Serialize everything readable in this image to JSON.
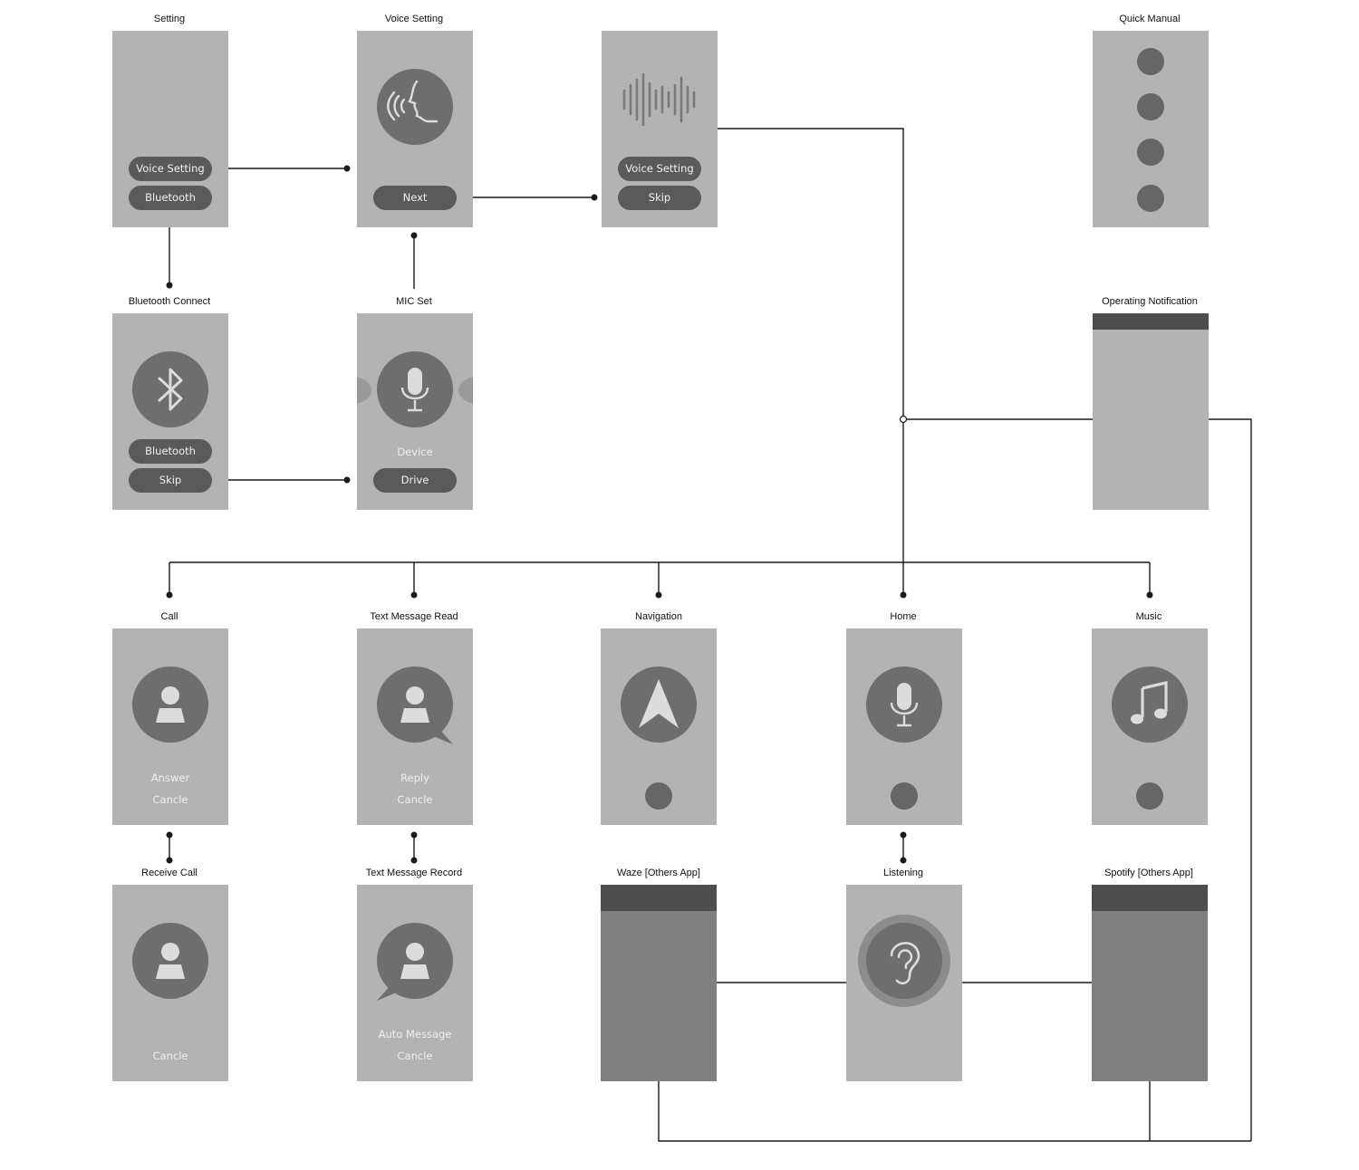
{
  "screens": {
    "setting": {
      "title": "Setting",
      "buttons": [
        "Voice Setting",
        "Bluetooth"
      ]
    },
    "voice_setting": {
      "title": "Voice Setting",
      "button": "Next"
    },
    "voice_confirm": {
      "title": "",
      "buttons": [
        "Voice Setting",
        "Skip"
      ]
    },
    "quick_manual": {
      "title": "Quick Manual"
    },
    "bluetooth_connect": {
      "title": "Bluetooth Connect",
      "buttons": [
        "Bluetooth",
        "Skip"
      ]
    },
    "mic_set": {
      "title": "MIC Set",
      "label": "Device",
      "button": "Drive"
    },
    "operating_notification": {
      "title": "Operating Notification"
    },
    "call": {
      "title": "Call",
      "labels": [
        "Answer",
        "Cancle"
      ]
    },
    "text_message_read": {
      "title": "Text Message Read",
      "labels": [
        "Reply",
        "Cancle"
      ]
    },
    "navigation": {
      "title": "Navigation"
    },
    "home": {
      "title": "Home"
    },
    "music": {
      "title": "Music"
    },
    "receive_call": {
      "title": "Receive Call",
      "labels": [
        "Cancle"
      ]
    },
    "text_message_record": {
      "title": "Text Message Record",
      "labels": [
        "Auto Message",
        "Cancle"
      ]
    },
    "waze": {
      "title": "Waze [Others App]"
    },
    "listening": {
      "title": "Listening"
    },
    "spotify": {
      "title": "Spotify [Others App]"
    }
  },
  "icons": {
    "voice_setting": "speaking-head-icon",
    "voice_confirm": "sound-wave-icon",
    "bluetooth_connect": "bluetooth-icon",
    "mic_set": "microphone-icon",
    "call": "person-icon",
    "text_message_read": "person-chat-bubble-icon",
    "navigation": "navigation-arrow-icon",
    "home": "microphone-icon",
    "music": "music-note-icon",
    "receive_call": "person-icon",
    "text_message_record": "person-chat-bubble-icon",
    "listening": "ear-icon"
  },
  "colors": {
    "screen": "#b3b3b3",
    "circle": "#6e6e6e",
    "button": "#5a5a5a",
    "app_screen": "#808080",
    "app_header": "#4d4d4d",
    "connector": "#1a1a1a"
  }
}
